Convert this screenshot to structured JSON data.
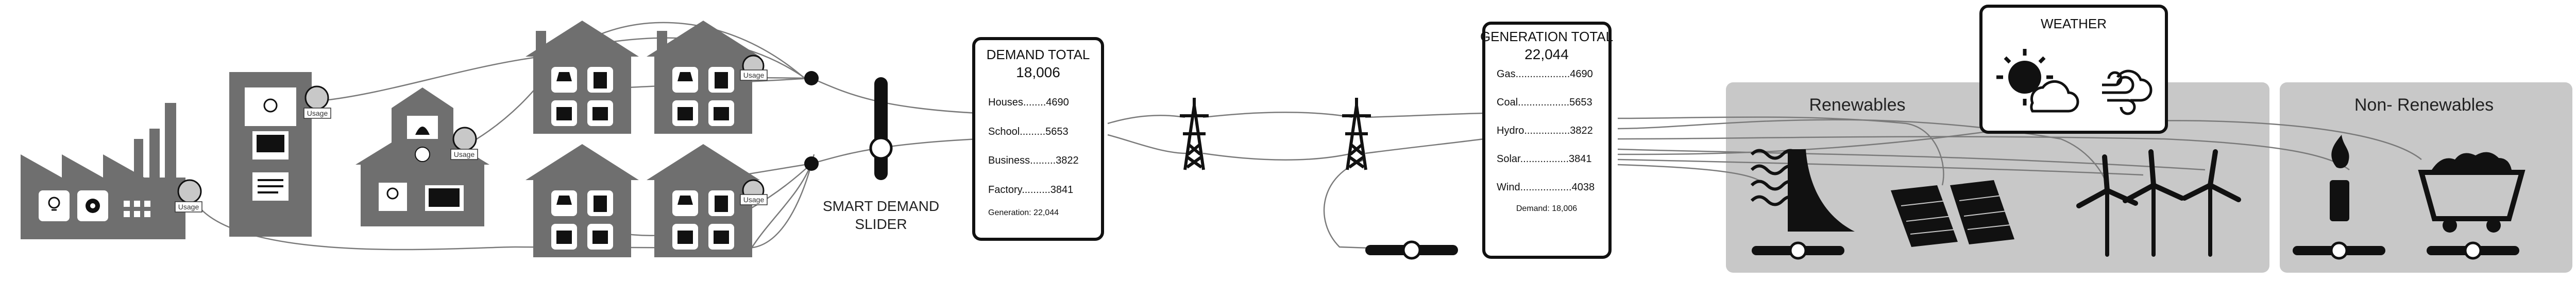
{
  "usage_label": "Usage",
  "demand_panel": {
    "title": "DEMAND TOTAL",
    "total": "18,006",
    "rows": [
      {
        "label": "Houses........4690"
      },
      {
        "label": "School.........5653"
      },
      {
        "label": "Business.........3822"
      },
      {
        "label": "Factory..........3841"
      }
    ],
    "footer": "Generation: 22,044"
  },
  "generation_panel": {
    "title": "GENERATION TOTAL",
    "total": "22,044",
    "rows": [
      {
        "label": "Gas...................4690"
      },
      {
        "label": "Coal..................5653"
      },
      {
        "label": "Hydro................3822"
      },
      {
        "label": "Solar.................3841"
      },
      {
        "label": "Wind..................4038"
      }
    ],
    "footer": "Demand: 18,006"
  },
  "slider": {
    "line1": "SMART DEMAND",
    "line2": "SLIDER"
  },
  "weather": {
    "title": "WEATHER",
    "icons": [
      "sun-cloud-icon",
      "wind-icon"
    ]
  },
  "renewables": {
    "title": "Renewables"
  },
  "non_renewables": {
    "title": "Non- Renewables"
  },
  "colors": {
    "panel_bg": "#c8c8c8",
    "dark": "#111111",
    "building": "#6f6f6f",
    "line": "#888888"
  }
}
